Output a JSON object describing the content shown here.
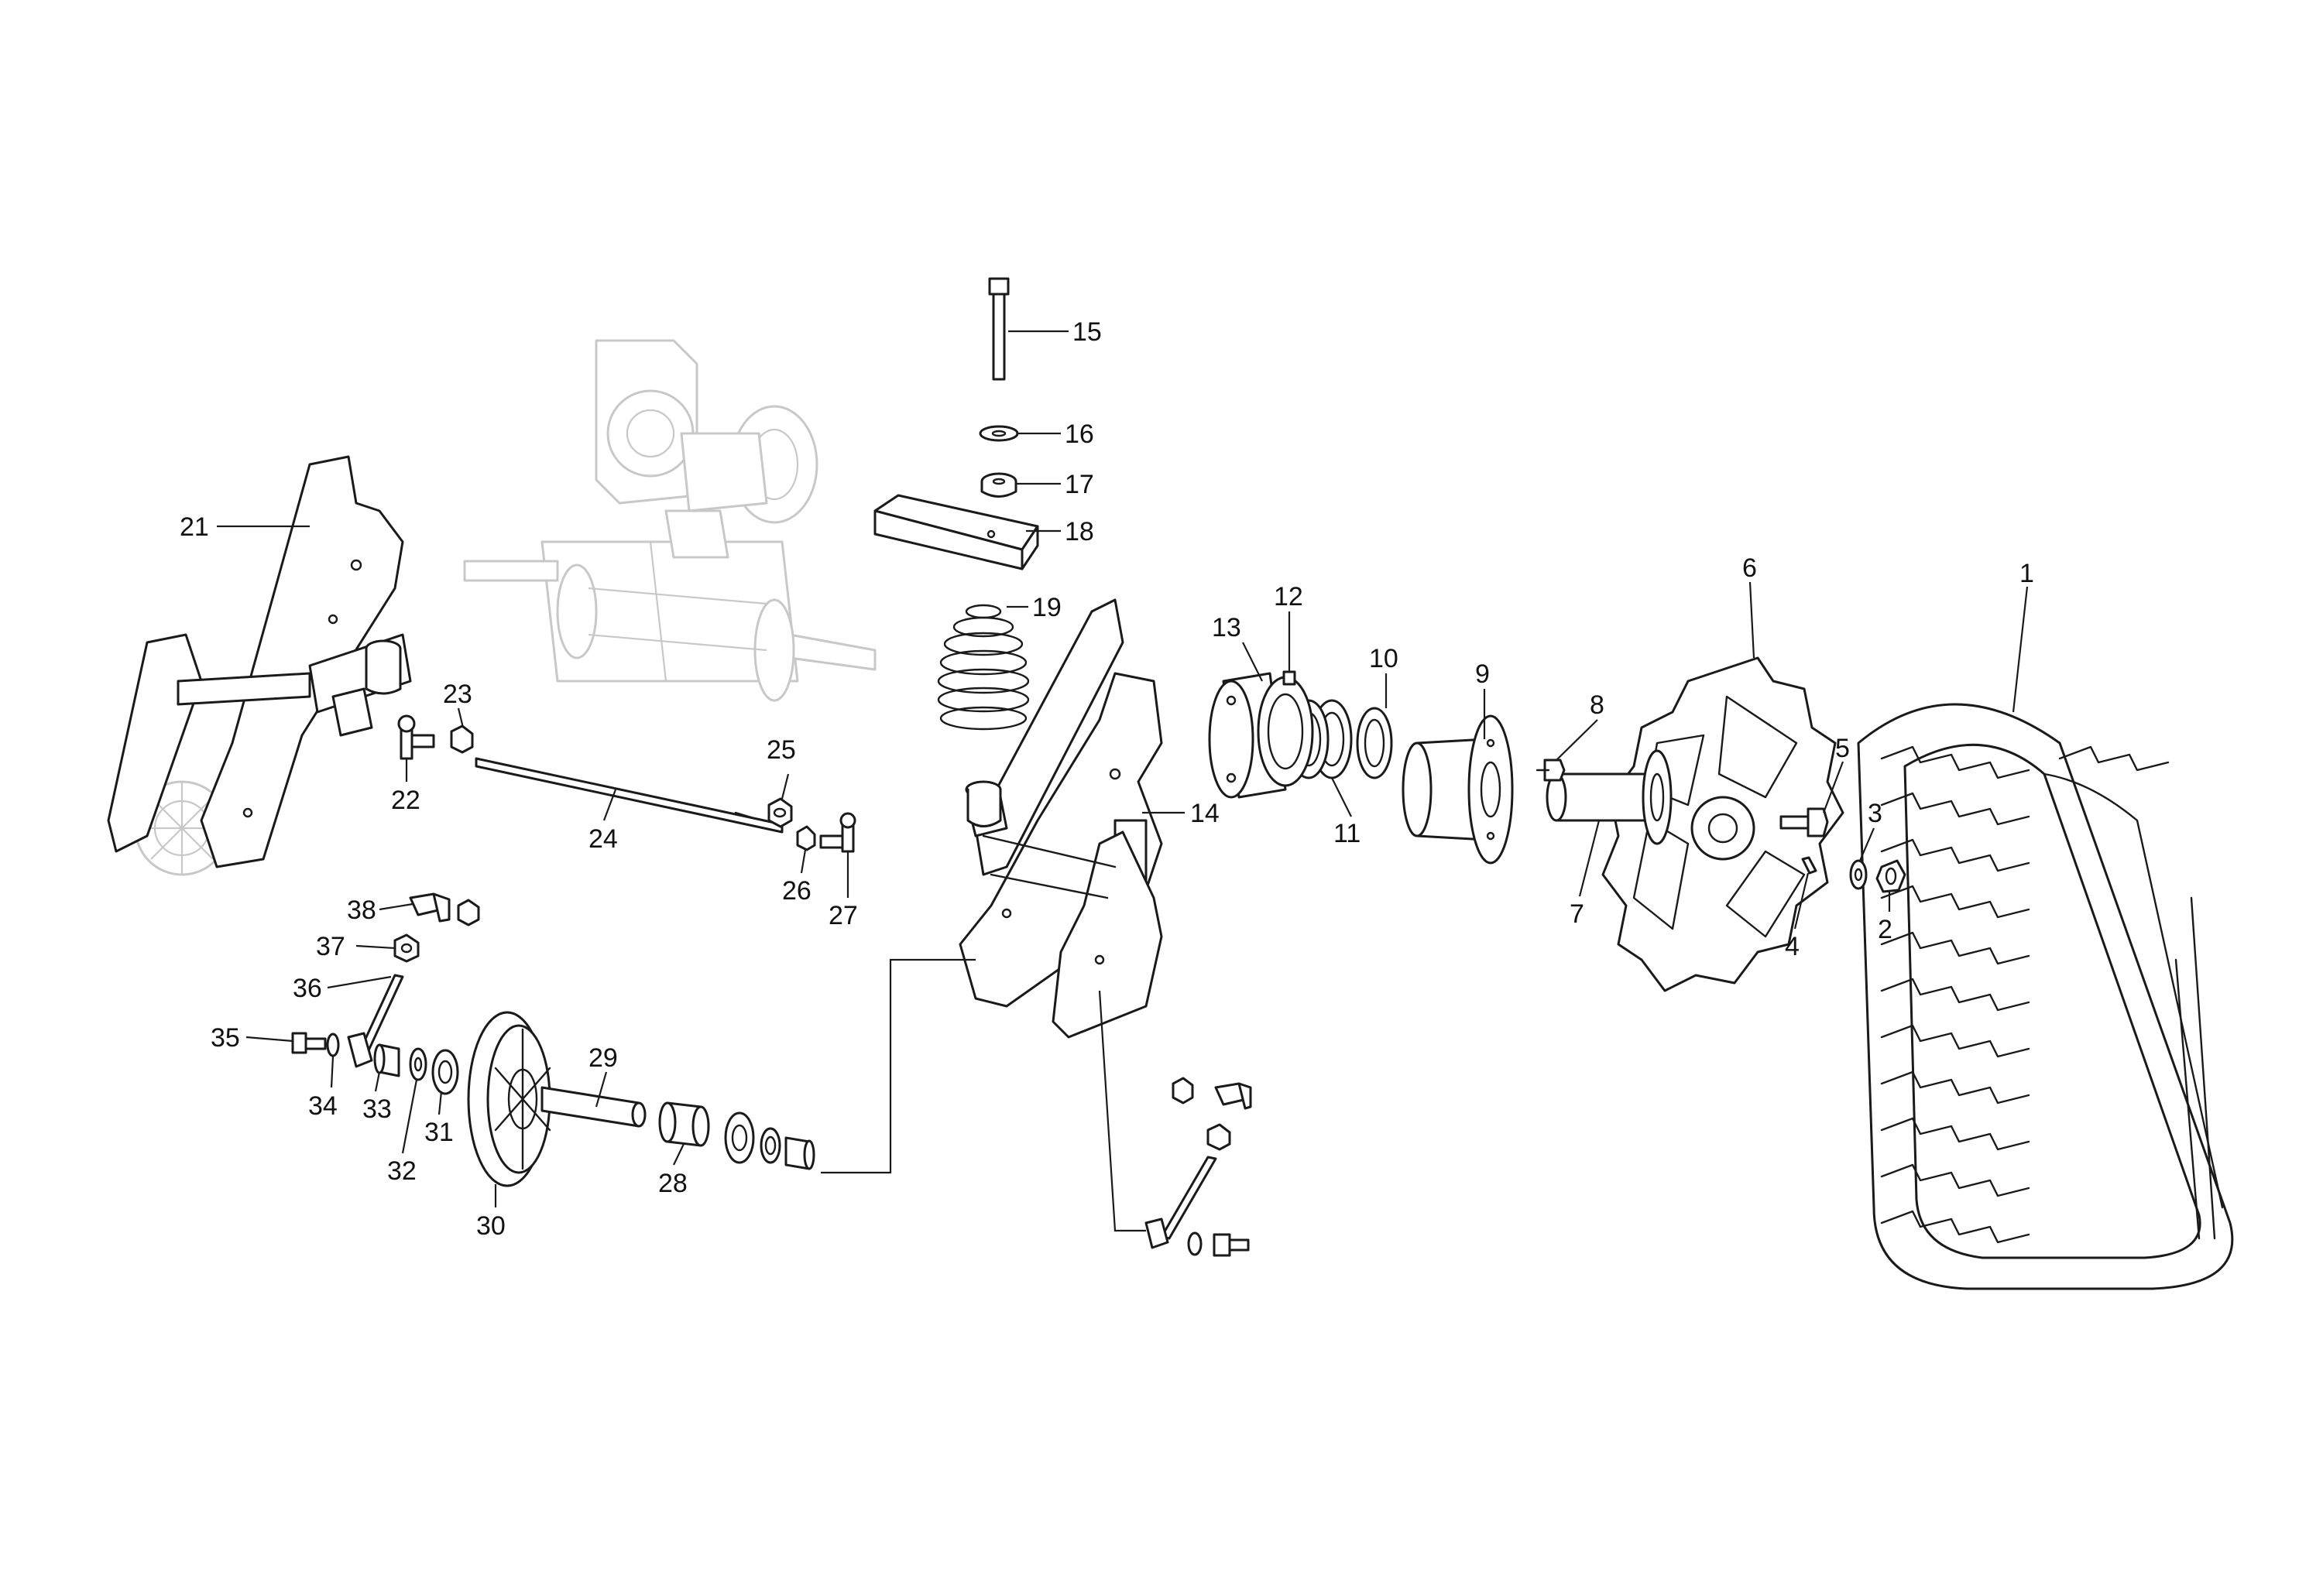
{
  "callouts": [
    "1",
    "2",
    "3",
    "4",
    "5",
    "6",
    "7",
    "8",
    "9",
    "10",
    "11",
    "12",
    "13",
    "14",
    "15",
    "16",
    "17",
    "18",
    "19",
    "21",
    "22",
    "23",
    "24",
    "25",
    "26",
    "27",
    "28",
    "29",
    "30",
    "31",
    "32",
    "33",
    "34",
    "35",
    "36",
    "37",
    "38"
  ],
  "colors": {
    "line": "#1a1a1a",
    "ghost": "#c8c8c8",
    "background": "#ffffff"
  }
}
